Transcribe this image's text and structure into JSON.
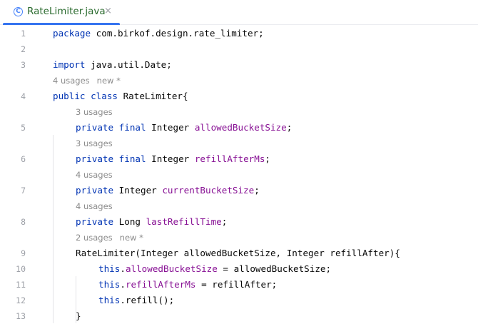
{
  "tab": {
    "icon": "java-class-icon",
    "icon_glyph": "C",
    "filename": "RateLimiter.java",
    "close_glyph": "×"
  },
  "lines": [
    {
      "n": "1",
      "tokens": [
        {
          "t": "package",
          "c": "kw"
        },
        {
          "t": " com.birkof.design.rate_limiter;",
          "c": "plain"
        }
      ]
    },
    {
      "n": "2",
      "tokens": []
    },
    {
      "n": "3",
      "tokens": [
        {
          "t": "import",
          "c": "kw"
        },
        {
          "t": " java.util.Date;",
          "c": "plain"
        }
      ]
    },
    {
      "hint": {
        "usages": "4 usages",
        "extra": "new *"
      }
    },
    {
      "n": "4",
      "tokens": [
        {
          "t": "public class",
          "c": "kw"
        },
        {
          "t": " RateLimiter{",
          "c": "plain"
        }
      ]
    },
    {
      "hint": {
        "usages": "3 usages",
        "extra": ""
      }
    },
    {
      "n": "5",
      "tokens": [
        {
          "t": "private final",
          "c": "kw"
        },
        {
          "t": " Integer ",
          "c": "plain"
        },
        {
          "t": "allowedBucketSize",
          "c": "fld"
        },
        {
          "t": ";",
          "c": "plain"
        }
      ]
    },
    {
      "hint": {
        "usages": "3 usages",
        "extra": ""
      }
    },
    {
      "n": "6",
      "tokens": [
        {
          "t": "private final",
          "c": "kw"
        },
        {
          "t": " Integer ",
          "c": "plain"
        },
        {
          "t": "refillAfterMs",
          "c": "fld"
        },
        {
          "t": ";",
          "c": "plain"
        }
      ]
    },
    {
      "hint": {
        "usages": "4 usages",
        "extra": ""
      }
    },
    {
      "n": "7",
      "tokens": [
        {
          "t": "private",
          "c": "kw"
        },
        {
          "t": " Integer ",
          "c": "plain"
        },
        {
          "t": "currentBucketSize",
          "c": "fld"
        },
        {
          "t": ";",
          "c": "plain"
        }
      ]
    },
    {
      "hint": {
        "usages": "4 usages",
        "extra": ""
      }
    },
    {
      "n": "8",
      "tokens": [
        {
          "t": "private",
          "c": "kw"
        },
        {
          "t": " Long ",
          "c": "plain"
        },
        {
          "t": "lastRefillTime",
          "c": "fld"
        },
        {
          "t": ";",
          "c": "plain"
        }
      ]
    },
    {
      "hint": {
        "usages": "2 usages",
        "extra": "new *"
      }
    },
    {
      "n": "9",
      "tokens": [
        {
          "t": "RateLimiter",
          "c": "plain"
        },
        {
          "t": "(Integer allowedBucketSize, Integer refillAfter){",
          "c": "plain"
        }
      ]
    },
    {
      "n": "10",
      "tokens": [
        {
          "t": "this",
          "c": "kw"
        },
        {
          "t": ".",
          "c": "plain"
        },
        {
          "t": "allowedBucketSize",
          "c": "fld"
        },
        {
          "t": " = allowedBucketSize;",
          "c": "plain"
        }
      ]
    },
    {
      "n": "11",
      "tokens": [
        {
          "t": "this",
          "c": "kw"
        },
        {
          "t": ".",
          "c": "plain"
        },
        {
          "t": "refillAfterMs",
          "c": "fld"
        },
        {
          "t": " = refillAfter;",
          "c": "plain"
        }
      ]
    },
    {
      "n": "12",
      "tokens": [
        {
          "t": "this",
          "c": "kw"
        },
        {
          "t": ".refill();",
          "c": "plain"
        }
      ]
    },
    {
      "n": "13",
      "tokens": [
        {
          "t": "}",
          "c": "plain"
        }
      ]
    }
  ],
  "colors": {
    "keyword": "#0033b3",
    "field": "#871094",
    "text": "#080808",
    "hint": "#8c8c8c",
    "line_number": "#9ea1a8",
    "tab_label": "#2b6b2f",
    "tab_underline": "#3574f0"
  }
}
